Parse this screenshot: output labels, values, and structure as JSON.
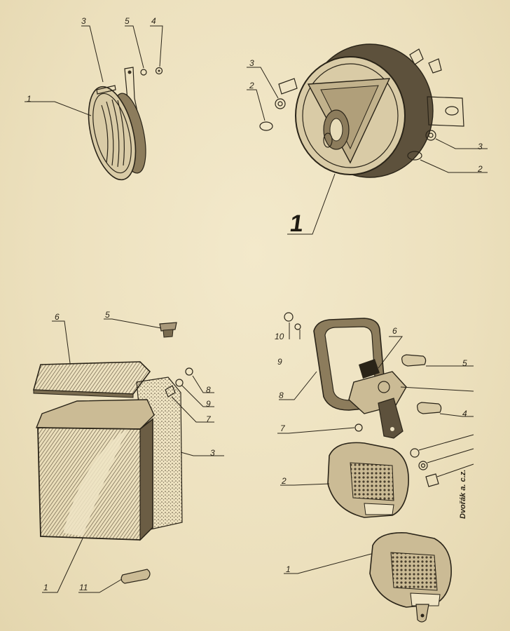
{
  "figure_1_horn": {
    "labels": {
      "l1": "1",
      "l3": "3",
      "l5": "5",
      "l4": "4"
    }
  },
  "figure_2_headlamp": {
    "caption_number": "1",
    "labels": {
      "l3a": "3",
      "l2a": "2",
      "l3b": "3",
      "l2b": "2"
    }
  },
  "figure_3_battery": {
    "labels": {
      "l6": "6",
      "l5": "5",
      "l8": "8",
      "l9": "9",
      "l7": "7",
      "l3": "3",
      "l1": "1",
      "l11": "11"
    }
  },
  "figure_4_taillamp": {
    "labels": {
      "l10": "10",
      "l9": "9",
      "l6": "6",
      "l5": "5",
      "l8": "8",
      "l4": "4",
      "l7": "7",
      "l2": "2",
      "l1": "1"
    }
  },
  "signature": "Dvořák a. c.z.",
  "colors": {
    "paper": "#efe4c4",
    "ink": "#2a2418",
    "shade": "#6b5d44"
  }
}
